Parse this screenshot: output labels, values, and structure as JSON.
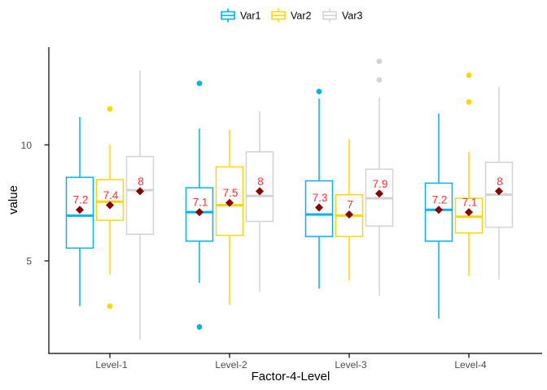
{
  "chart_data": {
    "type": "boxplot",
    "title": "",
    "xlabel": "Factor-4-Level",
    "ylabel": "value",
    "categories": [
      "Level-1",
      "Level-2",
      "Level-3",
      "Level-4"
    ],
    "y_ticks": [
      5,
      10
    ],
    "ylim": [
      1.0,
      14.3
    ],
    "grid": "off",
    "legend": {
      "position": "top-center",
      "entries": [
        "Var1",
        "Var2",
        "Var3"
      ]
    },
    "series": [
      {
        "name": "Var1",
        "color": "#00b2ee",
        "boxes": [
          {
            "category": "Level-1",
            "whislo": 3.05,
            "q1": 5.55,
            "med": 6.95,
            "q3": 8.6,
            "whishi": 11.2,
            "mean": 7.2,
            "mean_label": "7.2",
            "outliers": []
          },
          {
            "category": "Level-2",
            "whislo": 4.05,
            "q1": 5.85,
            "med": 7.1,
            "q3": 8.15,
            "whishi": 10.7,
            "mean": 7.1,
            "mean_label": "7.1",
            "outliers": [
              12.65,
              2.15
            ]
          },
          {
            "category": "Level-3",
            "whislo": 3.8,
            "q1": 6.05,
            "med": 7.0,
            "q3": 8.45,
            "whishi": 12.0,
            "mean": 7.3,
            "mean_label": "7.3",
            "outliers": [
              12.3
            ]
          },
          {
            "category": "Level-4",
            "whislo": 2.5,
            "q1": 5.85,
            "med": 7.2,
            "q3": 8.35,
            "whishi": 11.35,
            "mean": 7.2,
            "mean_label": "7.2",
            "outliers": []
          }
        ]
      },
      {
        "name": "Var2",
        "color": "#ffd700",
        "boxes": [
          {
            "category": "Level-1",
            "whislo": 4.4,
            "q1": 6.75,
            "med": 7.55,
            "q3": 8.5,
            "whishi": 10.0,
            "mean": 7.4,
            "mean_label": "7.4",
            "outliers": [
              11.55,
              3.05
            ]
          },
          {
            "category": "Level-2",
            "whislo": 3.1,
            "q1": 6.1,
            "med": 7.4,
            "q3": 9.05,
            "whishi": 10.65,
            "mean": 7.5,
            "mean_label": "7.5",
            "outliers": []
          },
          {
            "category": "Level-3",
            "whislo": 4.15,
            "q1": 6.05,
            "med": 6.95,
            "q3": 7.85,
            "whishi": 10.25,
            "mean": 7.0,
            "mean_label": "7",
            "outliers": []
          },
          {
            "category": "Level-4",
            "whislo": 4.35,
            "q1": 6.2,
            "med": 6.9,
            "q3": 7.7,
            "whishi": 9.7,
            "mean": 7.1,
            "mean_label": "7.1",
            "outliers": [
              13.0,
              11.85
            ]
          }
        ]
      },
      {
        "name": "Var3",
        "color": "#d3d3d3",
        "boxes": [
          {
            "category": "Level-1",
            "whislo": 1.6,
            "q1": 6.15,
            "med": 8.05,
            "q3": 9.5,
            "whishi": 13.2,
            "mean": 8.0,
            "mean_label": "8",
            "outliers": []
          },
          {
            "category": "Level-2",
            "whislo": 3.65,
            "q1": 6.7,
            "med": 7.8,
            "q3": 9.7,
            "whishi": 11.45,
            "mean": 8.0,
            "mean_label": "8",
            "outliers": []
          },
          {
            "category": "Level-3",
            "whislo": 3.5,
            "q1": 6.5,
            "med": 7.7,
            "q3": 8.95,
            "whishi": 12.05,
            "mean": 7.9,
            "mean_label": "7.9",
            "outliers": [
              13.6,
              12.8
            ]
          },
          {
            "category": "Level-4",
            "whislo": 4.2,
            "q1": 6.45,
            "med": 7.85,
            "q3": 9.25,
            "whishi": 12.5,
            "mean": 8.0,
            "mean_label": "8",
            "outliers": []
          }
        ]
      }
    ],
    "colors": {
      "mean_marker": "#8b0000",
      "mean_label": "#ff3030",
      "axis_tick_text": "#4d4d4d",
      "axis_title_text": "#000000",
      "axis_line": "#000000",
      "box_fill": "#ffffff",
      "background": "#ffffff"
    }
  }
}
